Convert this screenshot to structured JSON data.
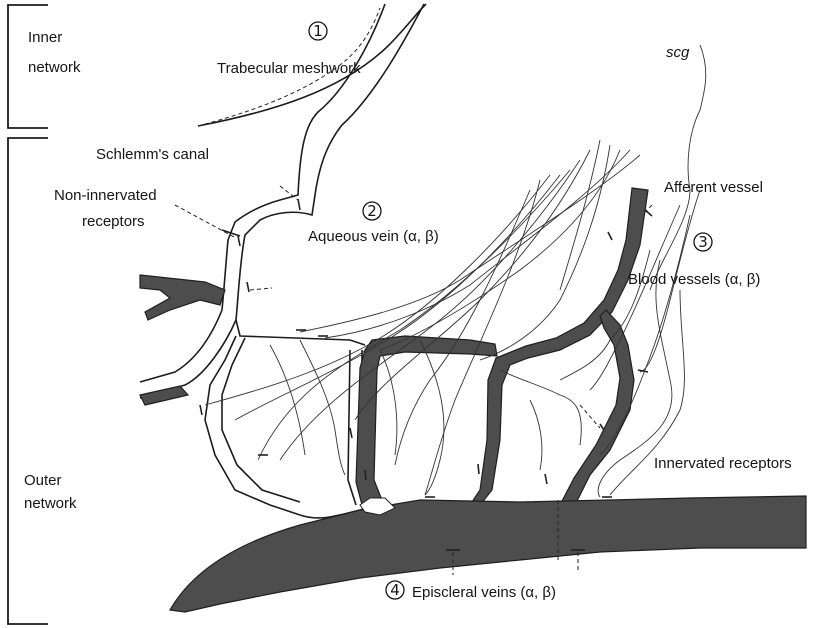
{
  "labels": {
    "inner_network_line1": "Inner",
    "inner_network_line2": "network",
    "outer_network_line1": "Outer",
    "outer_network_line2": "network",
    "trabecular_meshwork": "Trabecular meshwork",
    "schlemms_canal": "Schlemm's canal",
    "non_innervated_line1": "Non-innervated",
    "non_innervated_line2": "receptors",
    "aqueous_vein": "Aqueous vein (α, β)",
    "scg": "scg",
    "afferent_vessel": "Afferent vessel",
    "blood_vessels": "Blood vessels (α, β)",
    "innervated_receptors": "Innervated receptors",
    "episcleral_veins": "Episcleral veins (α, β)"
  },
  "markers": {
    "m1": "1",
    "m2": "2",
    "m3": "3",
    "m4": "4"
  },
  "colors": {
    "ink": "#151515",
    "vessel_fill": "#4d4d4d",
    "background": "#ffffff"
  }
}
